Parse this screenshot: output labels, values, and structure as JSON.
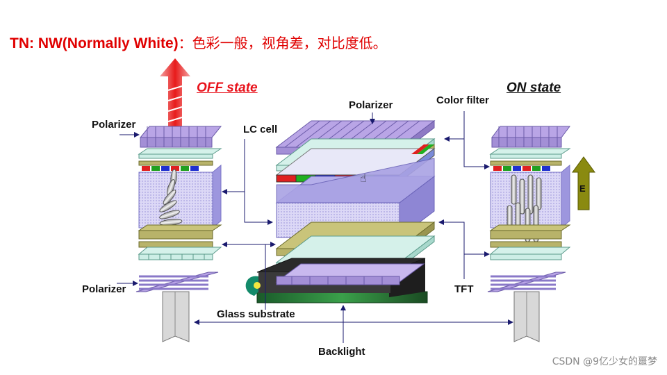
{
  "title": {
    "prefix": "TN: NW(Normally White)",
    "suffix": "：色彩一般，视角差，对比度低。"
  },
  "states": {
    "off": "OFF state",
    "on": "ON state"
  },
  "labels": {
    "polarizer_top_left": "Polarizer",
    "polarizer_center": "Polarizer",
    "polarizer_bottom_left": "Polarizer",
    "lc_cell": "LC cell",
    "color_filter": "Color filter",
    "tft": "TFT",
    "glass_substrate": "Glass substrate",
    "backlight": "Backlight",
    "e_field": "E"
  },
  "watermark": "CSDN @9亿少女的噩梦",
  "colors": {
    "title_red": "#e00000",
    "polarizer": "#b9a5e6",
    "lc": "#c9c4ef",
    "glass": "#cdeee6",
    "tft": "#b8b36a",
    "arrow": "#1a1a6e",
    "e_arrow": "#8a8a10"
  }
}
